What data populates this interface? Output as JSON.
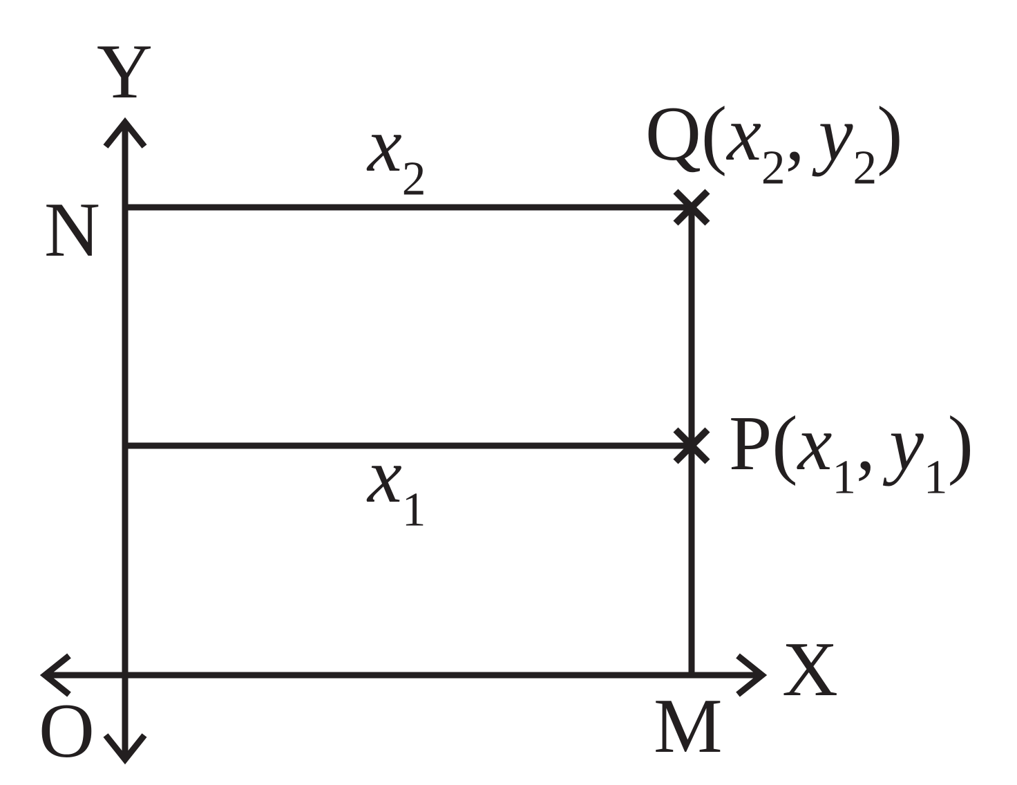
{
  "figure": {
    "colors": {
      "background": "#ffffff",
      "ink": "#231f20"
    },
    "labels": {
      "y_axis": "Y",
      "x_axis": "X",
      "origin": "O",
      "n": "N",
      "m": "M"
    },
    "segments": {
      "x2": {
        "var": "x",
        "sub": "2"
      },
      "x1": {
        "var": "x",
        "sub": "1"
      }
    },
    "points": {
      "q": {
        "name": "Q",
        "lparen": "(",
        "x_var": "x",
        "x_sub": "2",
        "comma": ",",
        "y_var": "y",
        "y_sub": "2",
        "rparen": ")"
      },
      "p": {
        "name": "P",
        "lparen": "(",
        "x_var": "x",
        "x_sub": "1",
        "comma": ",",
        "y_var": "y",
        "y_sub": "1",
        "rparen": ")"
      }
    }
  }
}
